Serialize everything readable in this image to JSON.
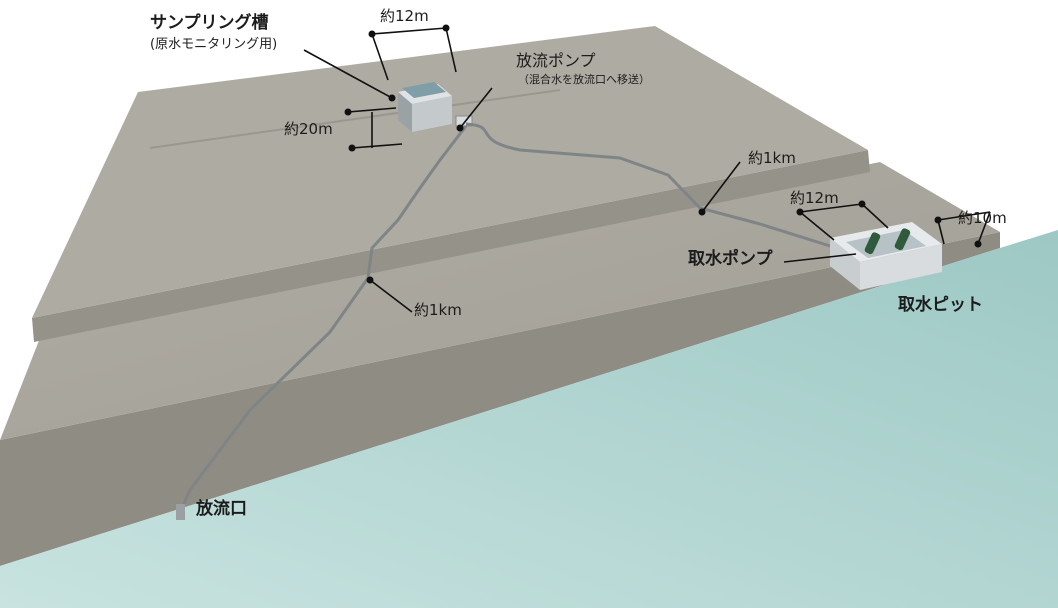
{
  "labels": {
    "sampling_tank": "サンプリング槽",
    "sampling_tank_note": "(原水モニタリング用)",
    "discharge_pump": "放流ポンプ",
    "discharge_pump_note": "（混合水を放流口へ移送）",
    "intake_pump": "取水ポンプ",
    "intake_pit": "取水ピット",
    "outlet": "放流口"
  },
  "dimensions": {
    "tank_width": "約12m",
    "tank_depth": "約20m",
    "pipe_upper": "約1km",
    "pipe_lower": "約1km",
    "pit_width": "約12m",
    "pit_depth": "約10m"
  },
  "colors": {
    "ground_top": "#a9a69c",
    "ground_side": "#8d8a81",
    "sea": "#a4cdc8",
    "pipe": "#848a8c",
    "pump": "#2f5b3c"
  }
}
